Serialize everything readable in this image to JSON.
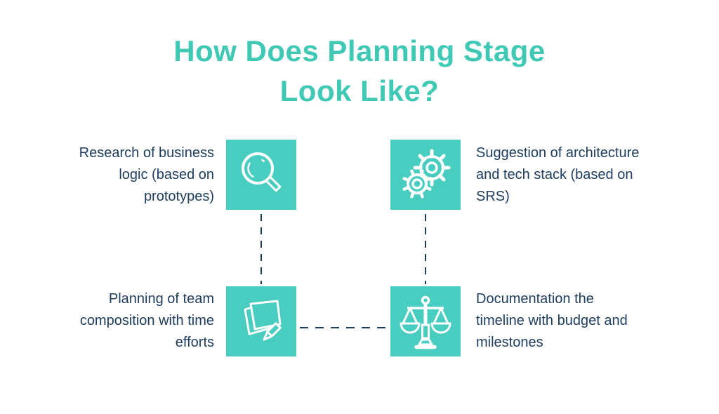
{
  "title": {
    "line1": "How Does Planning Stage",
    "line2": "Look Like?"
  },
  "colors": {
    "title_teal": "#3fc8b4",
    "tile_teal": "#49cdc0",
    "text_navy": "#1d3c5e",
    "connector_navy": "#1d3c5e",
    "icon_white": "#ffffff",
    "background": "#ffffff"
  },
  "items": [
    {
      "id": "research",
      "label": "Research of business\nlogic (based on\nprototypes)",
      "icon": "magnifier-icon"
    },
    {
      "id": "architecture",
      "label": "Suggestion of architecture\nand tech stack (based on\nSRS)",
      "icon": "gears-icon"
    },
    {
      "id": "team-planning",
      "label": "Planning of team\ncomposition with time\nefforts",
      "icon": "notes-pencil-icon"
    },
    {
      "id": "documentation",
      "label": "Documentation the\ntimeline with budget and\nmilestones",
      "icon": "scales-icon"
    }
  ],
  "connectors": [
    {
      "from": "research",
      "to": "team-planning",
      "style": "dashed-vertical"
    },
    {
      "from": "architecture",
      "to": "documentation",
      "style": "dashed-vertical"
    },
    {
      "from": "team-planning",
      "to": "documentation",
      "style": "dashed-horizontal"
    }
  ]
}
